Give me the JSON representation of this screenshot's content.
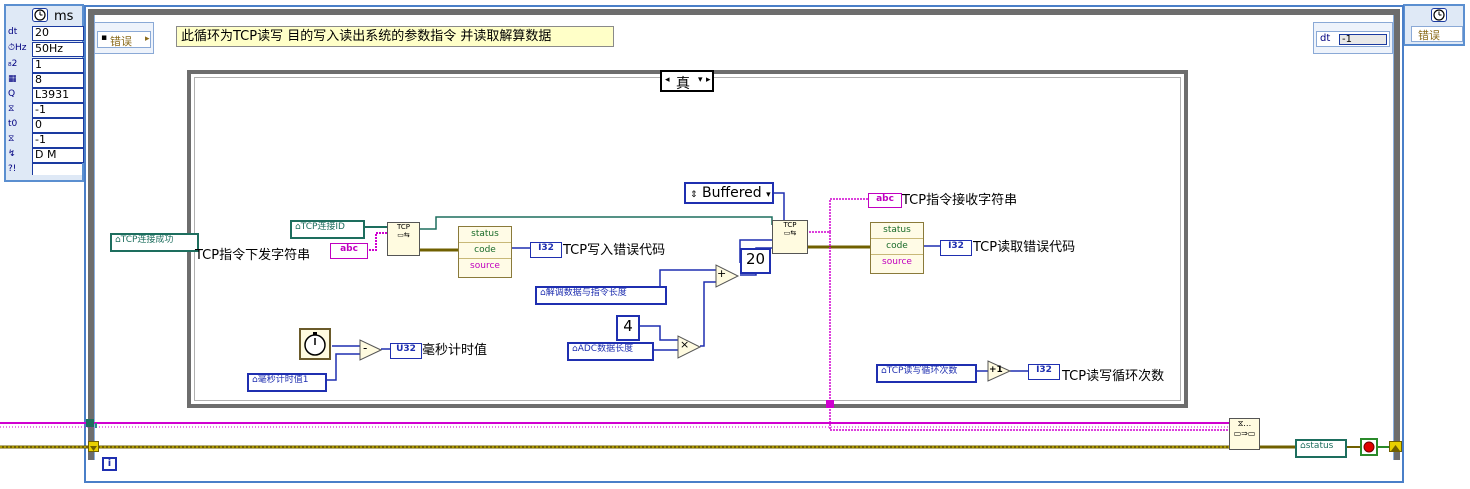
{
  "loop_config": {
    "unit": "ms",
    "rows": [
      {
        "icon": "dt",
        "value": "20"
      },
      {
        "icon": "⏱Hz",
        "value": "50Hz"
      },
      {
        "icon": "₈2",
        "value": "1"
      },
      {
        "icon": "▦",
        "value": "8"
      },
      {
        "icon": "Q",
        "value": "L3931"
      },
      {
        "icon": "⧖",
        "value": "-1"
      },
      {
        "icon": "t0",
        "value": "0"
      },
      {
        "icon": "⧖",
        "value": "-1"
      },
      {
        "icon": "↯",
        "value": "D M"
      },
      {
        "icon": "?!",
        "value": ""
      }
    ]
  },
  "error_left_label": "错误",
  "error_right_label": "错误",
  "comment": "此循环为TCP读写 目的写入读出系统的参数指令  并读取解算数据",
  "dt_output": {
    "label": "dt",
    "value": "-1"
  },
  "case_selector": "真",
  "controls": {
    "tcp_connected": "TCP连接成功",
    "tcp_connection_id": "TCP连接ID",
    "parse_len": "解调数据与指令长度",
    "adc_len": "ADC数据长度",
    "ms_timer_value1": "毫秒计时值1",
    "rw_loop_count": "TCP读写循环次数"
  },
  "labels": {
    "send_string": "TCP指令下发字符串",
    "write_err": "TCP写入错误代码",
    "recv_string": "TCP指令接收字符串",
    "read_err": "TCP读取错误代码",
    "ms_timer": "毫秒计时值",
    "rw_count": "TCP读写循环次数"
  },
  "buffered_mode": "Buffered",
  "constants": {
    "twenty": "20",
    "four": "4"
  },
  "cluster_fields": [
    "status",
    "code",
    "source"
  ],
  "type_tags": {
    "abc": "abc",
    "i32": "I32",
    "u32": "U32"
  },
  "functions": {
    "tcp_label": "TCP",
    "plus": "+",
    "minus": "-",
    "times": "×",
    "inc": "+1"
  },
  "status_label": "status",
  "info_icon": "i"
}
